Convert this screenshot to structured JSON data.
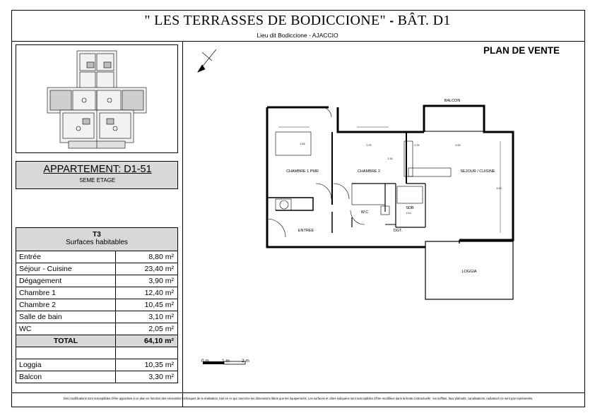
{
  "header": {
    "project_title": "\" LES TERRASSES DE BODICCIONE\"",
    "dash": "-",
    "building": "BÂT. D1",
    "location": "Lieu dit Bodiccione - AJACCIO",
    "plan_type": "PLAN DE VENTE"
  },
  "apartment": {
    "title": "APPARTEMENT: D1-51",
    "floor": "5EME ETAGE"
  },
  "surfaces": {
    "type": "T3",
    "heading": "Surfaces habitables",
    "rows": [
      {
        "label": "Entrée",
        "value": "8,80 m²"
      },
      {
        "label": "Séjour - Cuisine",
        "value": "23,40 m²"
      },
      {
        "label": "Dégagement",
        "value": "3,90 m²"
      },
      {
        "label": "Chambre 1",
        "value": "12,40 m²"
      },
      {
        "label": "Chambre 2",
        "value": "10,45 m²"
      },
      {
        "label": "Salle de bain",
        "value": "3,10 m²"
      },
      {
        "label": "WC",
        "value": "2,05 m²"
      }
    ],
    "total_label": "TOTAL",
    "total_value": "64,10 m²",
    "annexes": [
      {
        "label": "Loggia",
        "value": "10,35 m²"
      },
      {
        "label": "Balcon",
        "value": "3,30 m²"
      }
    ]
  },
  "plan": {
    "rooms": {
      "balcon": "BALCON",
      "chambre1": "CHAMBRE 1 PMR",
      "chambre2": "CHAMBRE 2",
      "sejour": "SEJOUR / CUISINE",
      "wc": "W.C",
      "sdb": "SDB",
      "entree": "ENTREE",
      "dgt": "DGT.",
      "loggia": "LOGGIA"
    },
    "dimensions": {
      "d1": "2.63",
      "d2": "0.75",
      "d3": "2.16",
      "d4": "0.75",
      "d5": "0.93",
      "d6": "5.20",
      "d7": "2.11"
    }
  },
  "scale": {
    "labels": [
      "0 m",
      "1 m",
      "2 m"
    ]
  },
  "footer": {
    "disclaimer": "Des modifications sont susceptibles d'être apportées à ce plan en fonction des nécessités techniques de la réalisation, tant en ce qui concerne les dimensions libres que les équipements. Les surfaces et côtes indiquées sont susceptibles d'être modifiées dans la limite contractuelle ; les soffites, faux plafonds, canalisations, radiateurs ne sont pas représentés."
  }
}
